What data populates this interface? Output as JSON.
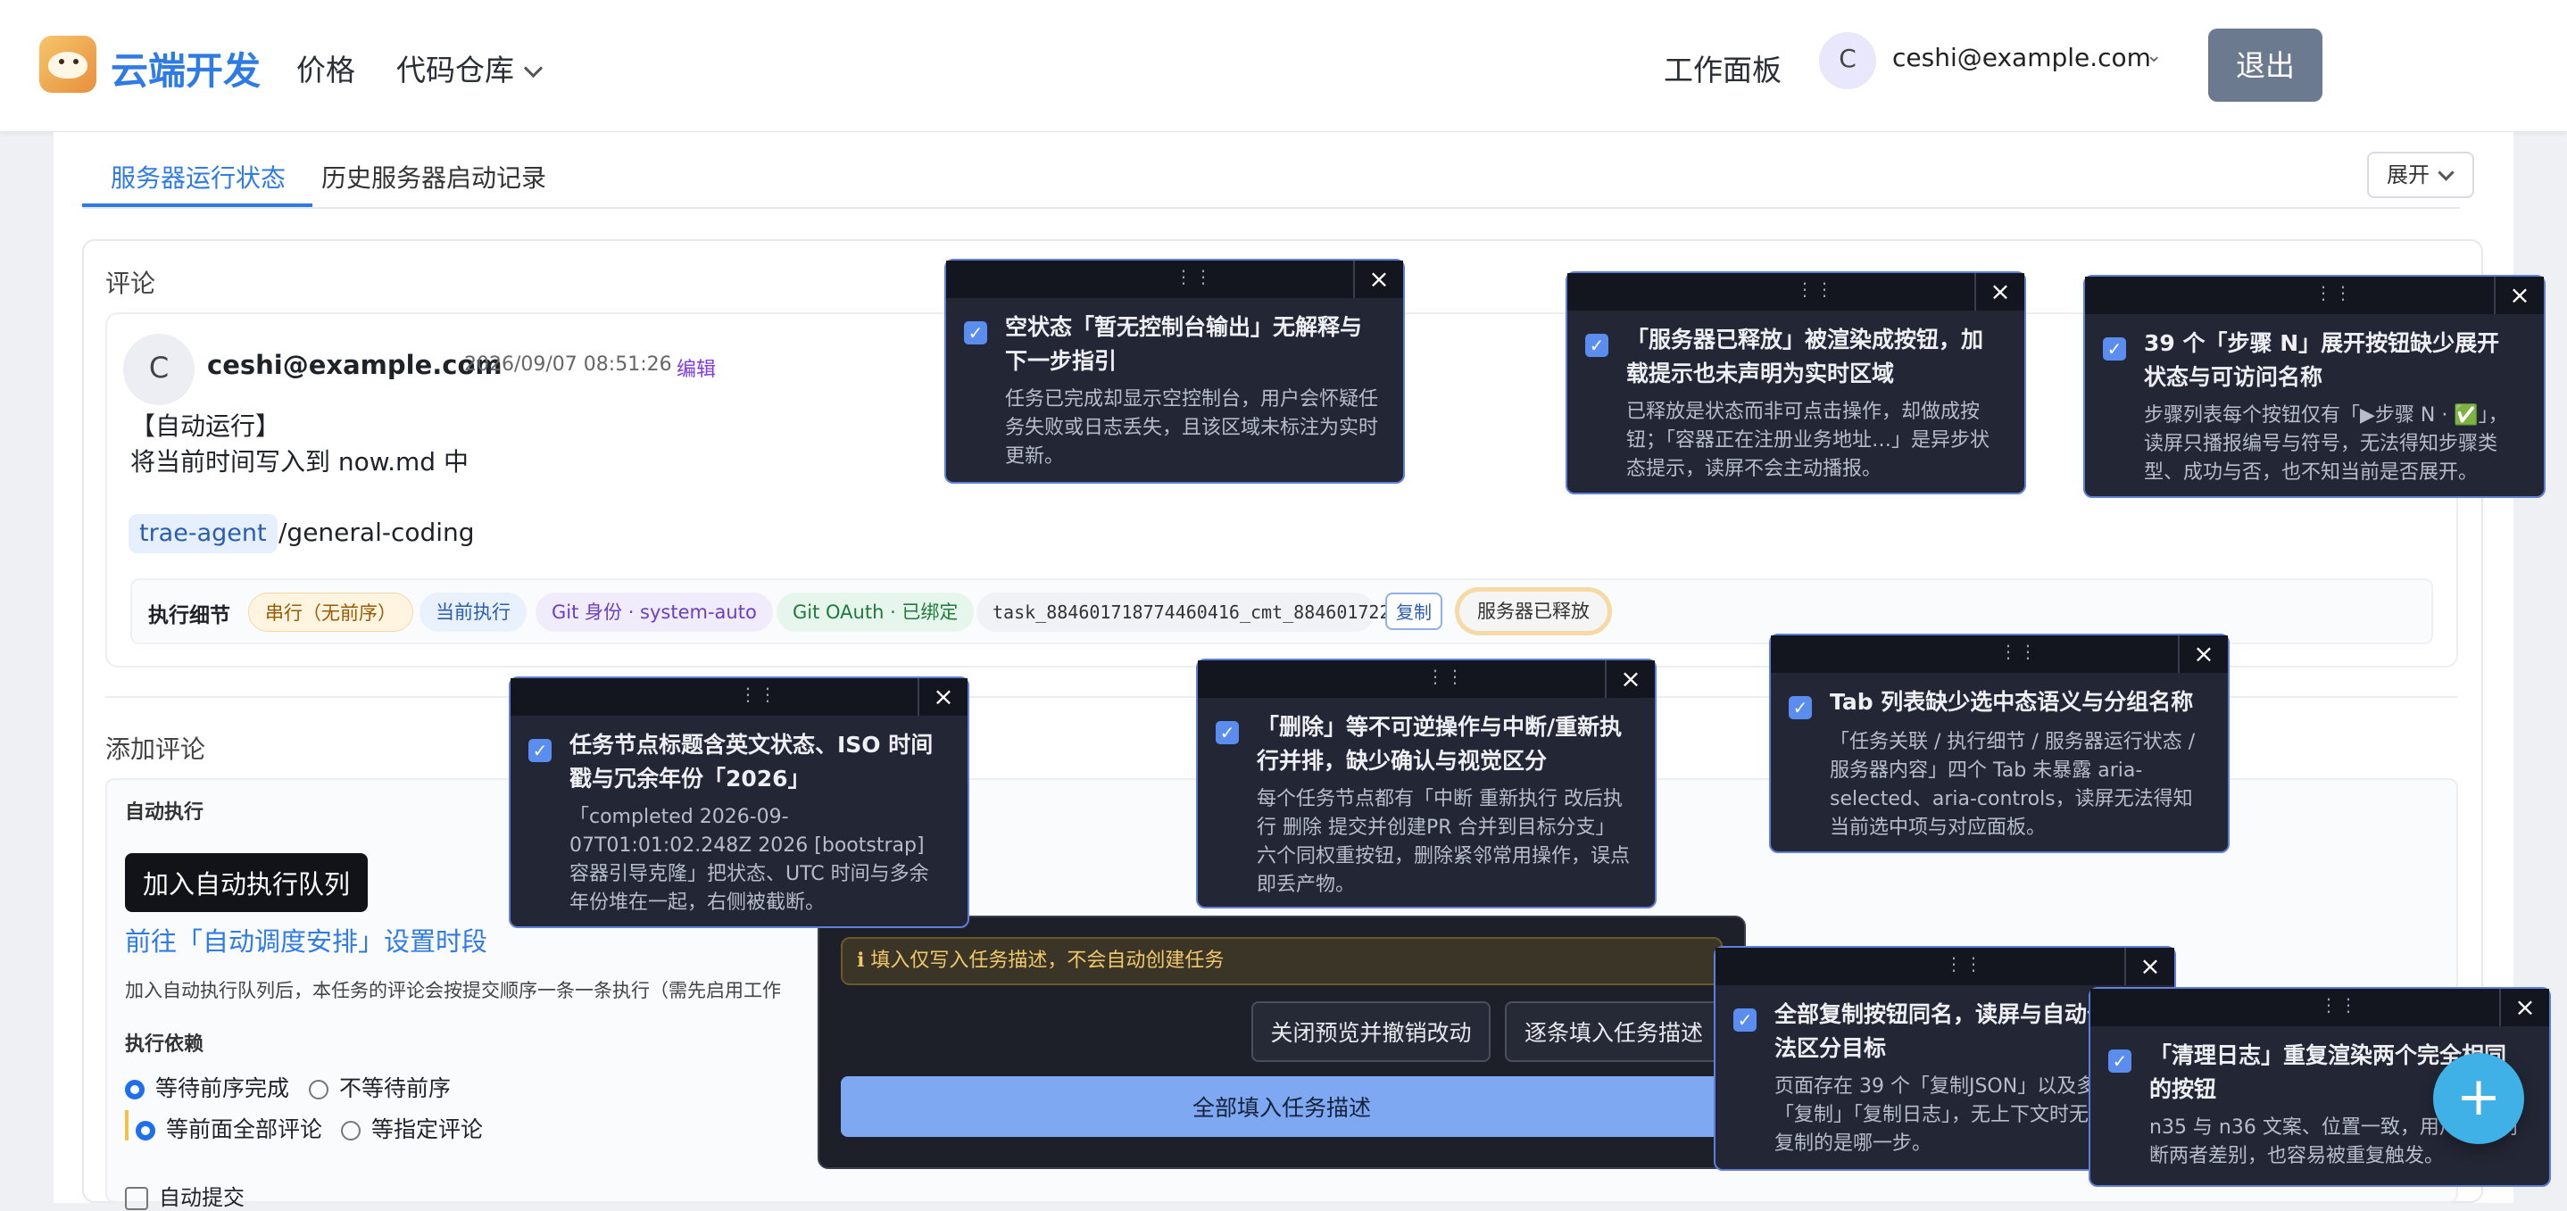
{
  "header": {
    "brand": "云端开发",
    "nav_price": "价格",
    "nav_repo": "代码仓库",
    "dashboard": "工作面板",
    "avatar_letter": "C",
    "user_email": "ceshi@example.com",
    "logout": "退出"
  },
  "tabs": {
    "status": "服务器运行状态",
    "history": "历史服务器启动记录",
    "expand": "展开"
  },
  "comments": {
    "section_title": "评论",
    "avatar_letter": "C",
    "author": "ceshi@example.com",
    "time": "2026/09/07 08:51:26",
    "edit": "编辑",
    "line1": "【自动运行】",
    "line2": "将当前时间写入到 now.md 中",
    "agent_tag": "trae-agent",
    "agent_path": "/general-coding"
  },
  "exec": {
    "label": "执行细节",
    "serial": "串行（无前序）",
    "current": "当前执行",
    "git_id": "Git 身份 · system-auto",
    "git_oauth": "Git OAuth · 已绑定",
    "task_id": "task_884601718774460416_cmt_884601722",
    "copy": "复制",
    "released": "服务器已释放"
  },
  "add": {
    "title": "添加评论",
    "auto_exec": "自动执行",
    "join_queue": "加入自动执行队列",
    "goto_schedule": "前往「自动调度安排」设置时段",
    "note": "加入自动执行队列后，本任务的评论会按提交顺序一条一条执行（需先启用工作",
    "dep_label": "执行依赖",
    "wait_prev": "等待前序完成",
    "no_wait": "不等待前序",
    "wait_all": "等前面全部评论",
    "wait_spec": "等指定评论",
    "auto_submit": "自动提交"
  },
  "preview": {
    "info": "填入仅写入任务描述，不会自动创建任务",
    "close_revert": "关闭预览并撤销改动",
    "fill_each": "逐条填入任务描述",
    "fill_all": "全部填入任务描述"
  },
  "issues": [
    {
      "title": "空状态「暂无控制台输出」无解释与下一步指引",
      "desc": "任务已完成却显示空控制台，用户会怀疑任务失败或日志丢失，且该区域未标注为实时更新。"
    },
    {
      "title": "「服务器已释放」被渲染成按钮，加载提示也未声明为实时区域",
      "desc": "已释放是状态而非可点击操作，却做成按钮；「容器正在注册业务地址…」是异步状态提示，读屏不会主动播报。"
    },
    {
      "title": "39 个「步骤 N」展开按钮缺少展开状态与可访问名称",
      "desc": "步骤列表每个按钮仅有「▶步骤 N · ✅」，读屏只播报编号与符号，无法得知步骤类型、成功与否，也不知当前是否展开。"
    },
    {
      "title": "任务节点标题含英文状态、ISO 时间戳与冗余年份「2026」",
      "desc": "「completed 2026-09-07T01:01:02.248Z 2026 [bootstrap] 容器引导克隆」把状态、UTC 时间与多余年份堆在一起，右侧被截断。"
    },
    {
      "title": "「删除」等不可逆操作与中断/重新执行并排，缺少确认与视觉区分",
      "desc": "每个任务节点都有「中断 重新执行 改后执行 删除 提交并创建PR 合并到目标分支」六个同权重按钮，删除紧邻常用操作，误点即丢产物。"
    },
    {
      "title": "Tab 列表缺少选中态语义与分组名称",
      "desc": "「任务关联 / 执行细节 / 服务器运行状态 / 服务器内容」四个 Tab 未暴露 aria-selected、aria-controls，读屏无法得知当前选中项与对应面板。"
    },
    {
      "title": "全部复制按钮同名，读屏与自动化无法区分目标",
      "desc": "页面存在 39 个「复制JSON」以及多个「复制」「复制日志」，无上下文时无法判断复制的是哪一步。"
    },
    {
      "title": "「清理日志」重复渲染两个完全相同的按钮",
      "desc": "n35 与 n36 文案、位置一致，用户无法判断两者差别，也容易被重复触发。"
    }
  ],
  "fab": "+",
  "colors": {
    "brand": "#2f7be6",
    "popover_bg": "#232634",
    "popover_border": "#5f7fd8",
    "fill_all_button": "#7fa8f2",
    "fab": "#3fb1e6"
  }
}
